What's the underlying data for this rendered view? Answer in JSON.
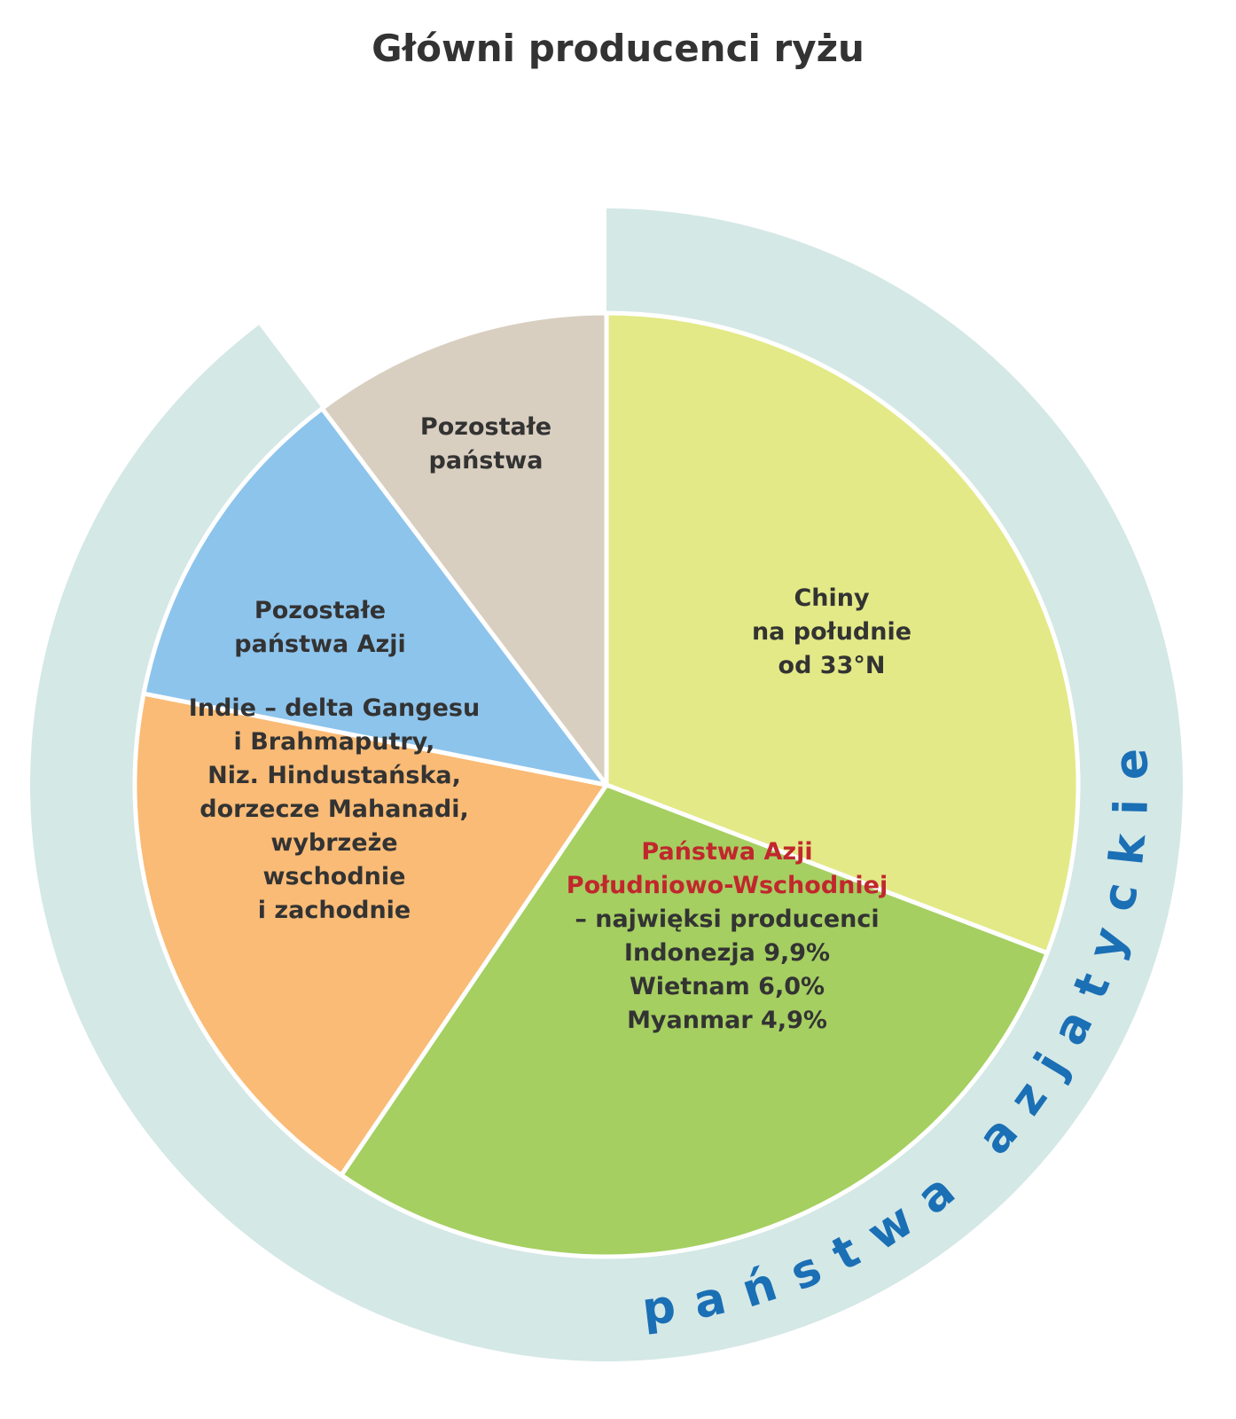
{
  "chart_data": {
    "type": "pie",
    "title": "Główni producenci ryżu",
    "slices": [
      {
        "label_lines": [
          "Chiny",
          "na południe",
          "od 33°N"
        ],
        "value": 30.8,
        "color": "#e3e986"
      },
      {
        "label_lines": [
          "Państwa Azji",
          "Południowo-Wschodniej",
          "– najwięksi producenci",
          "Indonezja 9,9%",
          "Wietnam 6,0%",
          "Myanmar 4,9%"
        ],
        "accent_lines": 2,
        "value": 28.7,
        "color": "#a5cf61"
      },
      {
        "label_lines": [
          "Indie – delta Gangesu",
          "i Brahmaputry,",
          "Niz. Hindustańska,",
          "dorzecze Mahanadi,",
          "wybrzeże",
          "wschodnie",
          "i zachodnie"
        ],
        "value": 18.6,
        "color": "#f9bb76"
      },
      {
        "label_lines": [
          "Pozostałe",
          "państwa Azji"
        ],
        "value": 11.6,
        "color": "#8dc4ec"
      },
      {
        "label_lines": [
          "Pozostałe",
          "państwa"
        ],
        "value": 10.3,
        "color": "#d9cfc0"
      }
    ],
    "ring": {
      "label": "państwa azjatyckie",
      "covers_slices": [
        0,
        1,
        2,
        3
      ],
      "color": "#d4e8e6"
    },
    "colors": {
      "label_text": "#333333",
      "accent_text": "#c1272d",
      "ring_text": "#1a6fb5",
      "slice_border": "#ffffff"
    }
  }
}
